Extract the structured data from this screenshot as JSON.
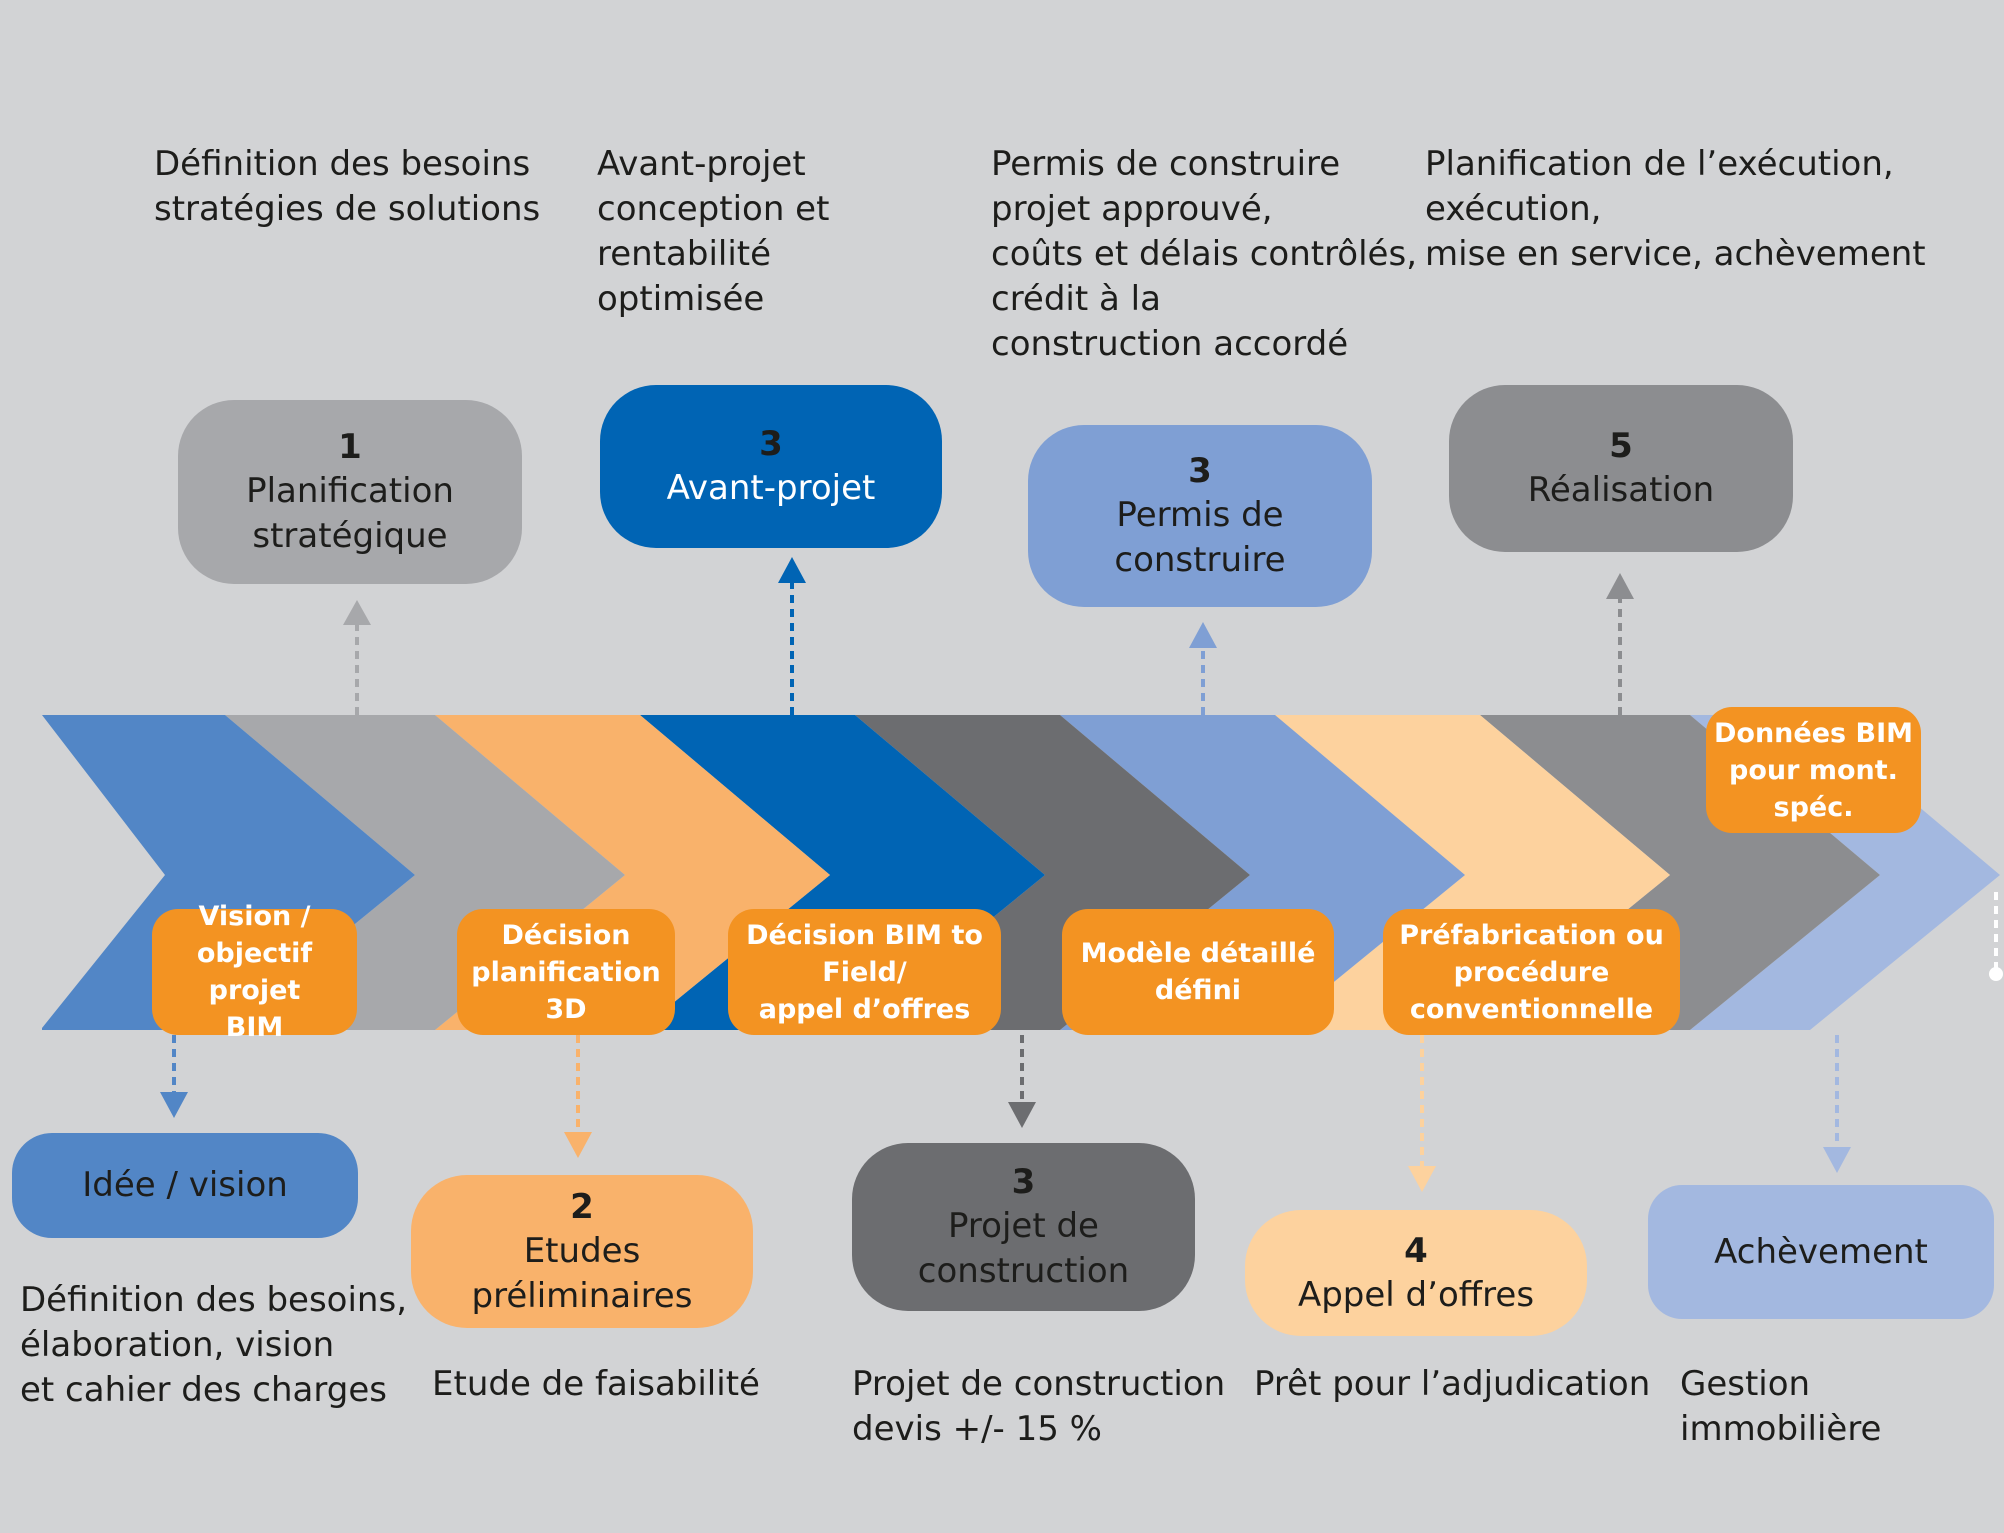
{
  "colors": {
    "background": "#d2d3d5",
    "milestone_orange": "#f39322",
    "blue_mid": "#5286c6",
    "blue_dark": "#0064b4",
    "blue_light": "#7f9fd4",
    "blue_pale": "#a3b8e0",
    "grey_light": "#a7a8ab",
    "grey_dark": "#6c6d70",
    "grey_mid": "#8c8d90",
    "orange_light": "#f9b26b",
    "orange_pale": "#fdd29e"
  },
  "top_descriptions": [
    "Définition des besoins\nstratégies de solutions",
    "Avant-projet\nconception et\nrentabilité\noptimisée",
    "Permis de construire\nprojet approuvé,\ncoûts et délais contrôlés,\ncrédit à la\nconstruction accordé",
    "Planification de l’exécution,\nexécution,\nmise en service, achèvement"
  ],
  "top_phases": [
    {
      "number": "1",
      "label": "Planification\nstratégique"
    },
    {
      "number": "3",
      "label": "Avant-projet"
    },
    {
      "number": "3",
      "label": "Permis de construire"
    },
    {
      "number": "5",
      "label": "Réalisation"
    }
  ],
  "milestones": [
    "Vision /\nobjectif projet\nBIM",
    "Décision\nplanification 3D",
    "Décision BIM to\nField/\nappel d’offres",
    "Modèle détaillé\ndéfini",
    "Préfabrication ou\nprocédure\nconventionnelle",
    "Données BIM\npour mont. spéc."
  ],
  "bottom_phases": [
    {
      "number": "",
      "label": "Idée / vision"
    },
    {
      "number": "2",
      "label": "Etudes\npréliminaires"
    },
    {
      "number": "3",
      "label": "Projet de\nconstruction"
    },
    {
      "number": "4",
      "label": "Appel d’offres"
    },
    {
      "number": "",
      "label": "Achèvement"
    }
  ],
  "bottom_descriptions": [
    "Définition des besoins,\nélaboration, vision\net cahier des charges",
    "Etude de faisabilité",
    "Projet de construction\ndevis +/- 15 %",
    "Prêt pour l’adjudication",
    "Gestion immobilière"
  ]
}
